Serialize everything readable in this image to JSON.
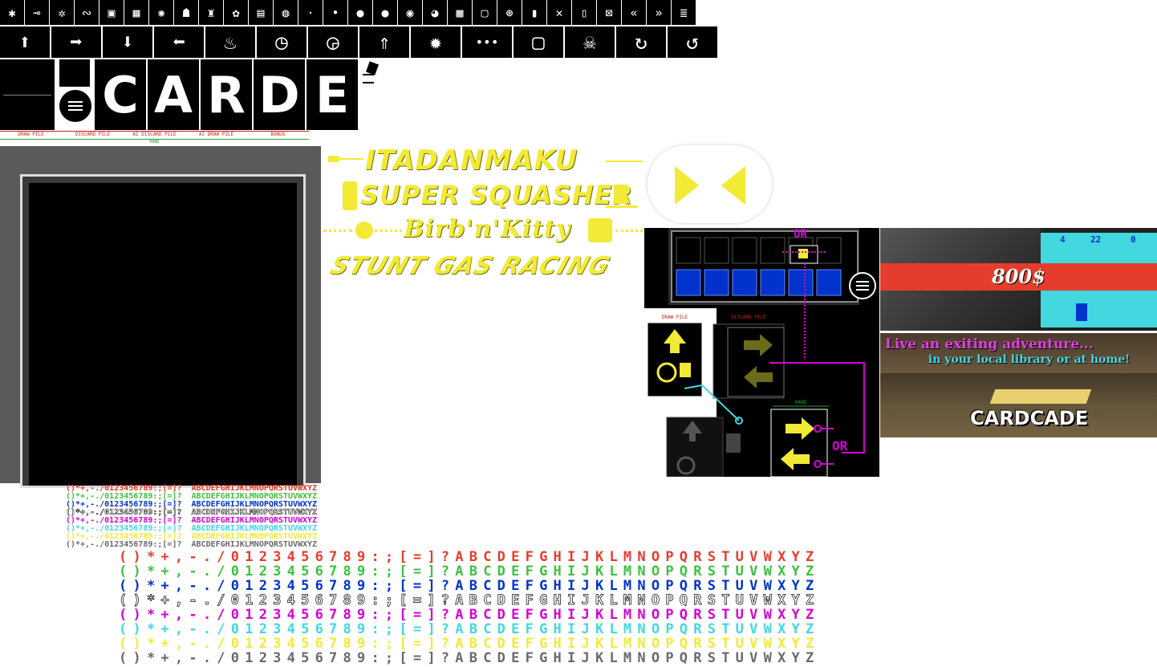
{
  "colors": {
    "yellow": "#f2ea34",
    "magenta": "#d400d4",
    "cyan": "#43d7e0",
    "red": "#e53c2c",
    "blue": "#0033cc",
    "green": "#2e9e2e",
    "black": "#000000"
  },
  "icons_small": [
    "bug-icon",
    "key-icon",
    "ant-icon",
    "snake-icon",
    "b-box-icon",
    "cracked-block-icon",
    "explosion-icon",
    "runner-icon",
    "character-icon",
    "frog-icon",
    "window-icon",
    "ball-icon",
    "dot-small-icon",
    "dot-icon",
    "ball-2-icon",
    "apple-icon",
    "head-icon",
    "head-2-icon",
    "invader-icon",
    "frame-icon",
    "steering-wheel-icon",
    "fuel-icon",
    "card-x-icon",
    "car-icon",
    "crossed-box-icon",
    "rewind-icon",
    "fast-forward-icon",
    "spring-icon"
  ],
  "icons_large": [
    "arrow-up-icon",
    "arrow-right-icon",
    "arrow-down-icon",
    "arrow-left-icon",
    "fire-icon",
    "stopwatch-icon",
    "stopwatch-card-icon",
    "arrow-up-character-icon",
    "sparkle-icon",
    "ellipsis-icon",
    "square-icon",
    "robot-icon",
    "rotate-cw-icon",
    "rotate-ccw-icon"
  ],
  "logo": {
    "letters": [
      "C",
      "A",
      "R",
      "D",
      "E"
    ],
    "pile_labels": [
      "DRAW PILE",
      "DISCARD PILE",
      "AI DISCARD PILE",
      "AI DRAW PILE",
      "BONUS"
    ],
    "hand_label": "HAND"
  },
  "titles": [
    "ITADANMAKU",
    "SUPER SQUASHER",
    "Birb'n'Kitty",
    "STUNT GAS RACING"
  ],
  "tutorial": {
    "or_top": "OR",
    "or_right": "OR",
    "draw_pile": "DRAW PILE",
    "discard_pile": "DISCARD PILE",
    "hand": "HAND"
  },
  "promo": {
    "score_left": "4",
    "score_mid": "22",
    "score_right": "0",
    "price": "800$",
    "tagline_1": "Live an exiting adventure...",
    "tagline_2": "in your local library or at home!",
    "brand": "CARDCADE"
  },
  "font_sheet": {
    "row_text": "( ) * + , - . / 0 1 2 3 4 5 6 7 8 9 : ; [ = ] ? A B C D E F G H I J K L M N O P Q R S T U V W X Y Z",
    "small_text": "()*+,-./0123456789:;[=]?  ABCDEFGHIJKLMNOPQRSTUVWXYZ",
    "row_colors": [
      "#e53c2c",
      "#3fbf3f",
      "#0033cc",
      "#ffffff",
      "#d400d4",
      "#43d7e0",
      "#f2ea34",
      "#6a6a6a"
    ]
  }
}
